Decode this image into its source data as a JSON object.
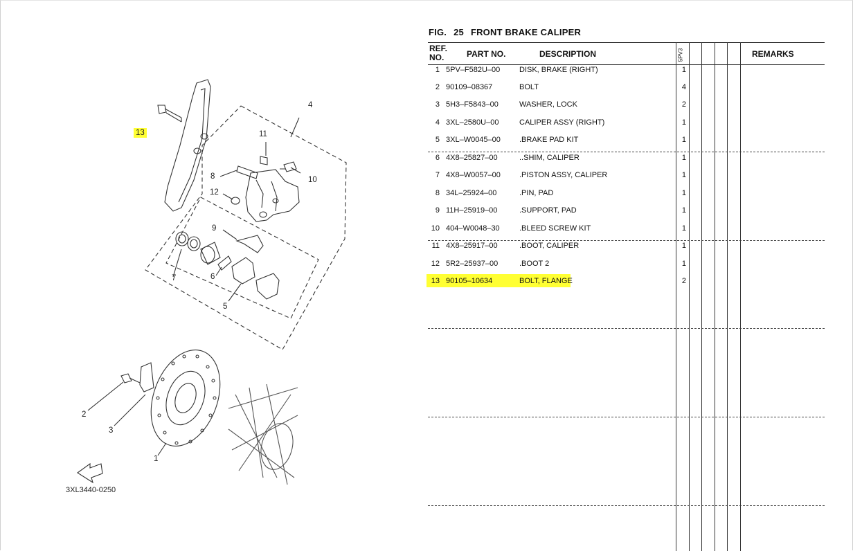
{
  "figure": {
    "label": "FIG.",
    "number": "25",
    "title": "FRONT BRAKE CALIPER",
    "drawing_code": "3XL3440-0250"
  },
  "table": {
    "headers": {
      "ref_line1": "REF.",
      "ref_line2": "NO.",
      "part_no": "PART NO.",
      "description": "DESCRIPTION",
      "model": "5PV3",
      "remarks": "REMARKS"
    },
    "rows": [
      {
        "ref": "1",
        "part": "5PV–F582U–00",
        "desc": "DISK, BRAKE (RIGHT)",
        "qty": "1"
      },
      {
        "ref": "2",
        "part": "90109–08367",
        "desc": "BOLT",
        "qty": "4"
      },
      {
        "ref": "3",
        "part": "5H3–F5843–00",
        "desc": "WASHER, LOCK",
        "qty": "2"
      },
      {
        "ref": "4",
        "part": "3XL–2580U–00",
        "desc": "CALIPER ASSY (RIGHT)",
        "qty": "1"
      },
      {
        "ref": "5",
        "part": "3XL–W0045–00",
        "desc": ".BRAKE PAD KIT",
        "qty": "1"
      },
      {
        "ref": "6",
        "part": "4X8–25827–00",
        "desc": "..SHIM, CALIPER",
        "qty": "1"
      },
      {
        "ref": "7",
        "part": "4X8–W0057–00",
        "desc": ".PISTON ASSY, CALIPER",
        "qty": "1"
      },
      {
        "ref": "8",
        "part": "34L–25924–00",
        "desc": ".PIN, PAD",
        "qty": "1"
      },
      {
        "ref": "9",
        "part": "11H–25919–00",
        "desc": ".SUPPORT, PAD",
        "qty": "1"
      },
      {
        "ref": "10",
        "part": "404–W0048–30",
        "desc": ".BLEED SCREW KIT",
        "qty": "1"
      },
      {
        "ref": "11",
        "part": "4X8–25917–00",
        "desc": ".BOOT, CALIPER",
        "qty": "1"
      },
      {
        "ref": "12",
        "part": "5R2–25937–00",
        "desc": ".BOOT 2",
        "qty": "1"
      },
      {
        "ref": "13",
        "part": "90105–10634",
        "desc": "BOLT, FLANGE",
        "qty": "2"
      }
    ]
  },
  "callouts": [
    "1",
    "2",
    "3",
    "4",
    "5",
    "6",
    "7",
    "8",
    "9",
    "10",
    "11",
    "12",
    "13"
  ],
  "colors": {
    "highlight": "#ffff33",
    "line": "#222222"
  }
}
